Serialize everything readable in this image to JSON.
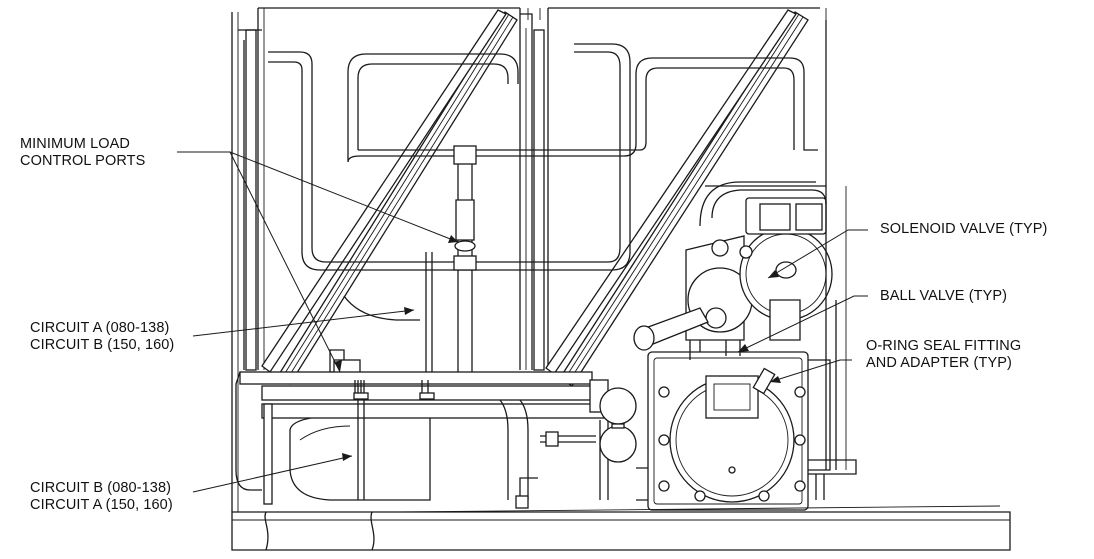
{
  "callouts": {
    "min_load": [
      "MINIMUM LOAD",
      "CONTROL PORTS"
    ],
    "circuit_upper": [
      "CIRCUIT A (080-138)",
      "CIRCUIT B (150, 160)"
    ],
    "circuit_lower": [
      "CIRCUIT B (080-138)",
      "CIRCUIT A (150, 160)"
    ],
    "solenoid": [
      "SOLENOID VALVE (TYP)"
    ],
    "ball_valve": [
      "BALL VALVE (TYP)"
    ],
    "oring": [
      "O-RING SEAL FITTING",
      "AND ADAPTER (TYP)"
    ]
  },
  "colors": {
    "ink": "#1a1a1a",
    "paper": "#ffffff"
  }
}
